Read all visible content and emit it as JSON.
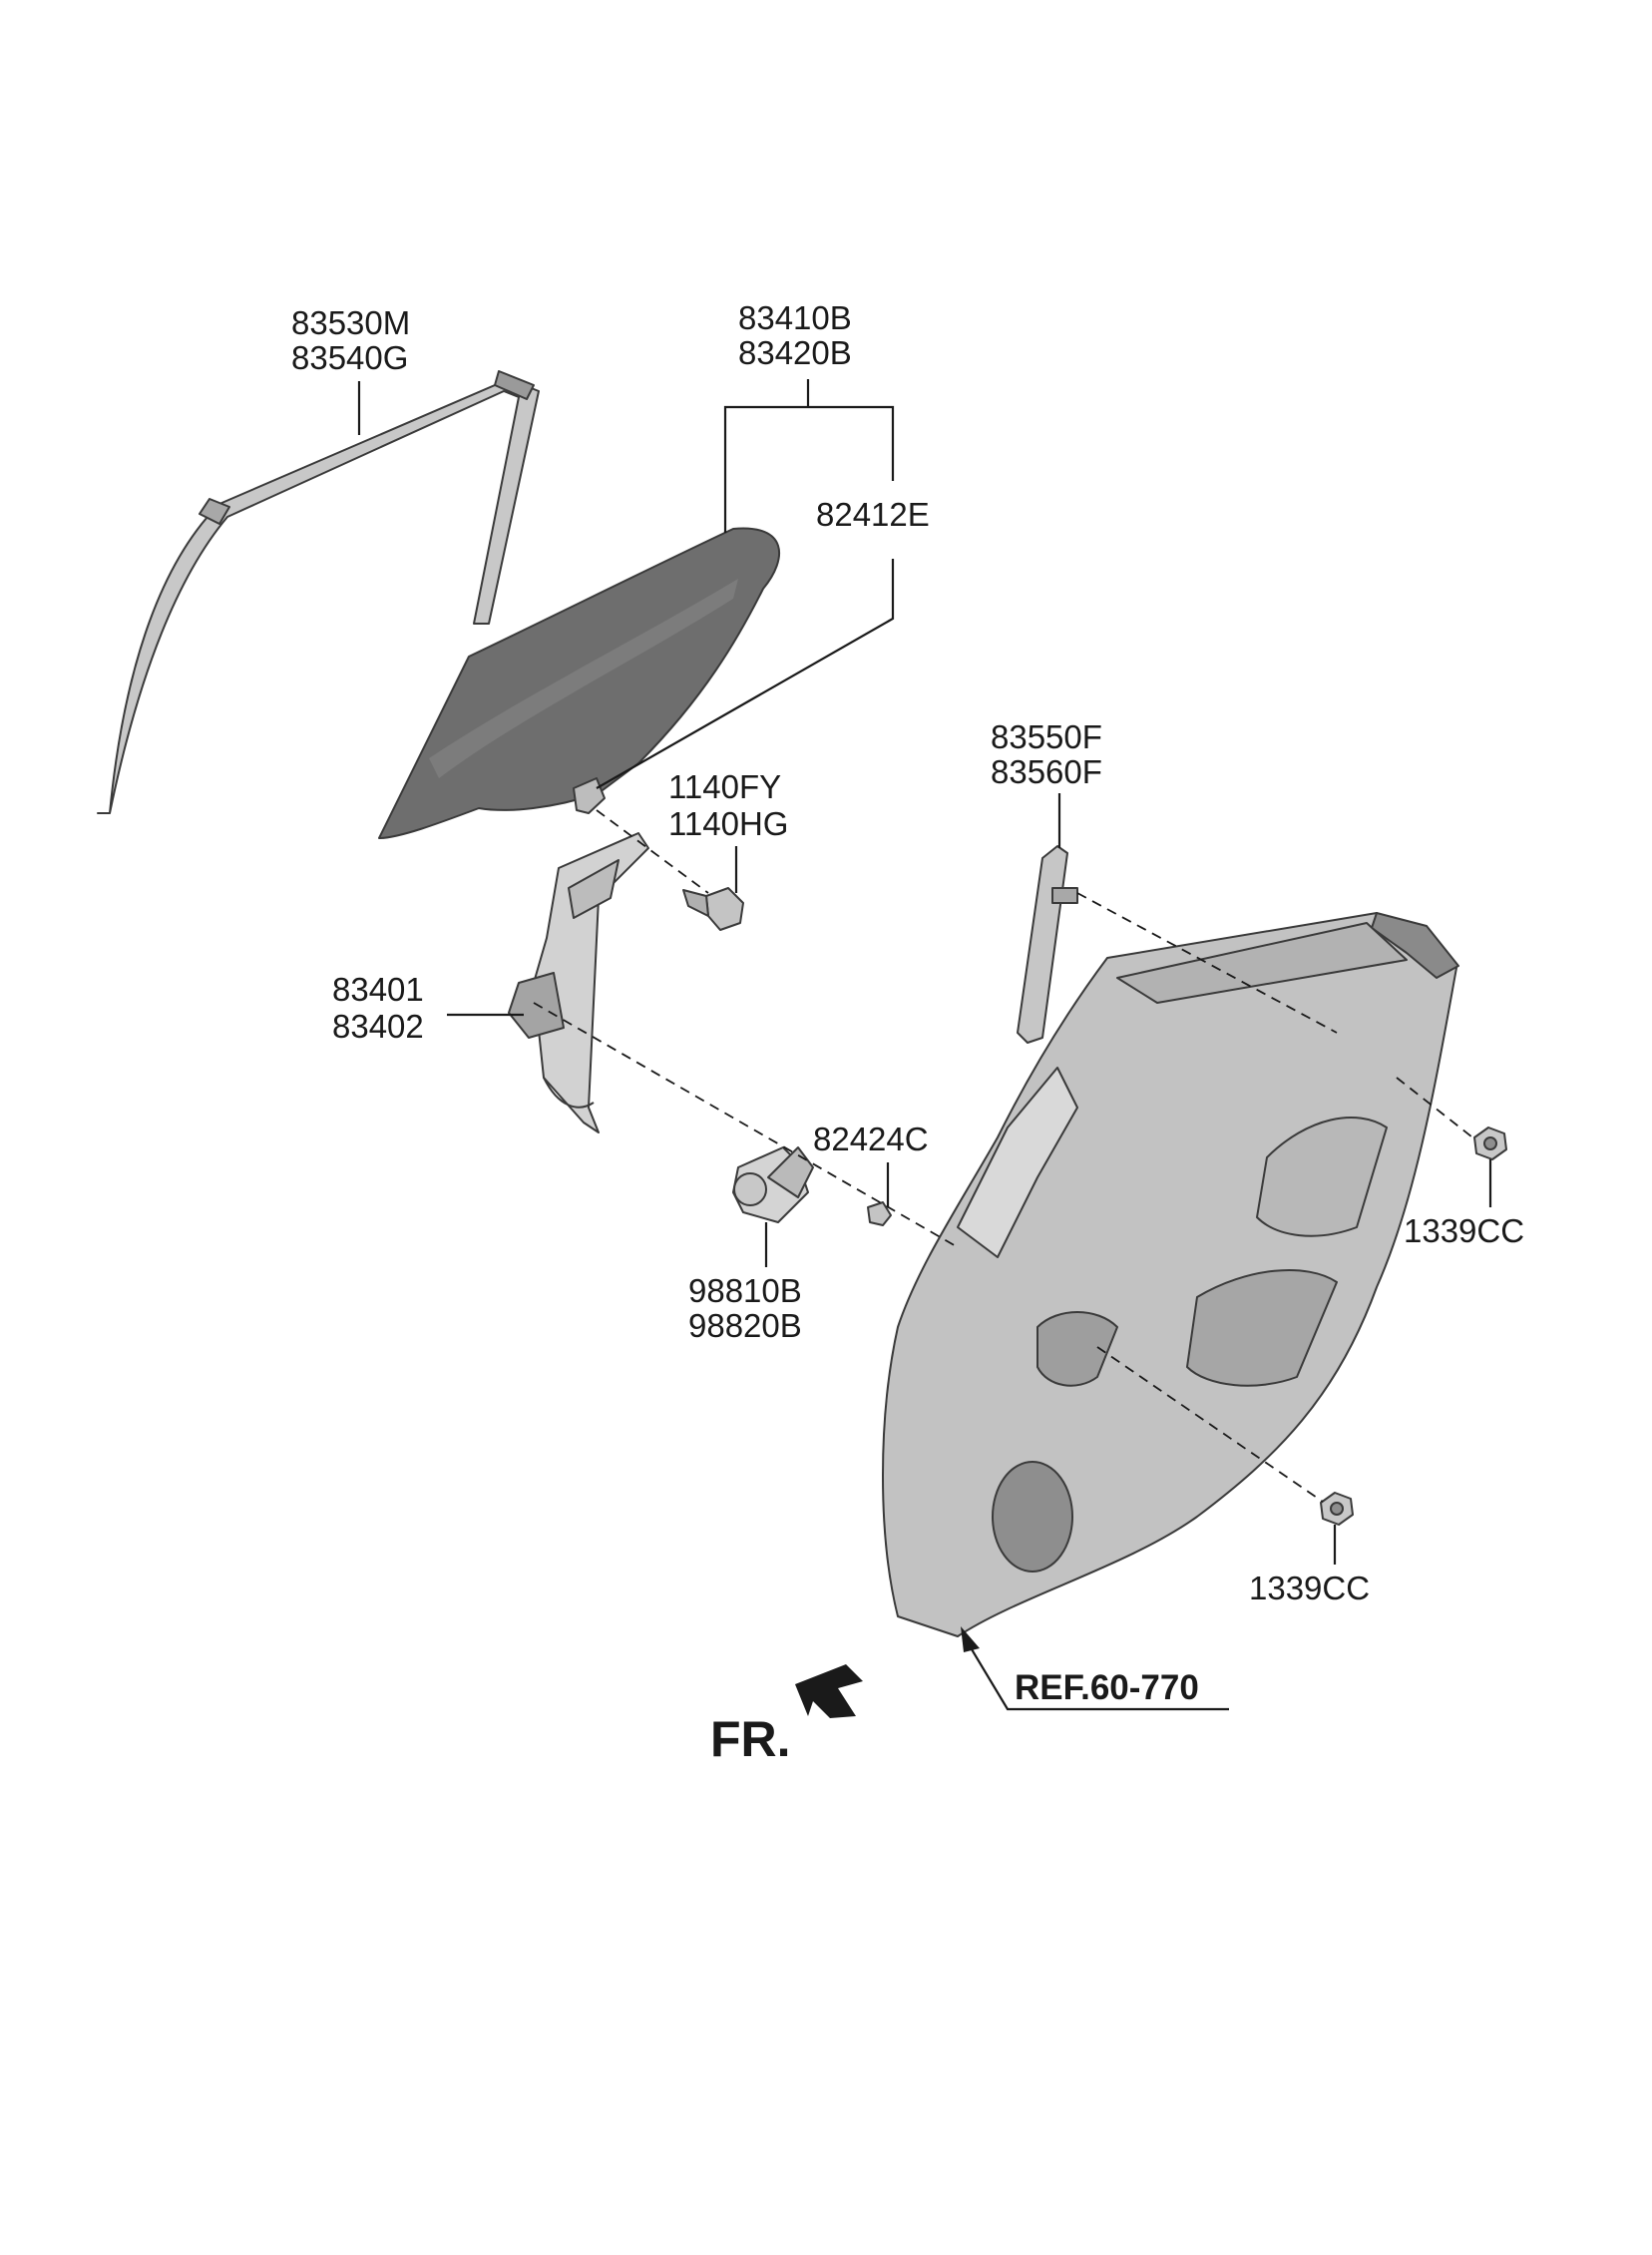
{
  "labels": {
    "moulding_a": "83530M",
    "moulding_b": "83540G",
    "glass_a": "83410B",
    "glass_b": "83420B",
    "glass_holder": "82412E",
    "channel_a": "83550F",
    "channel_b": "83560F",
    "bolt_a": "1140FY",
    "bolt_b": "1140HG",
    "regulator_a": "83401",
    "regulator_b": "83402",
    "motor_bolt": "82424C",
    "motor_a": "98810B",
    "motor_b": "98820B",
    "nut_upper": "1339CC",
    "nut_lower": "1339CC",
    "ref": "REF.60-770",
    "front": "FR."
  },
  "colors": {
    "line": "#1a1a1a",
    "part_light": "#d4d4d4",
    "part_mid": "#b4b4b4",
    "part_dark": "#8a8a8a",
    "glass": "#6e6e6e"
  }
}
